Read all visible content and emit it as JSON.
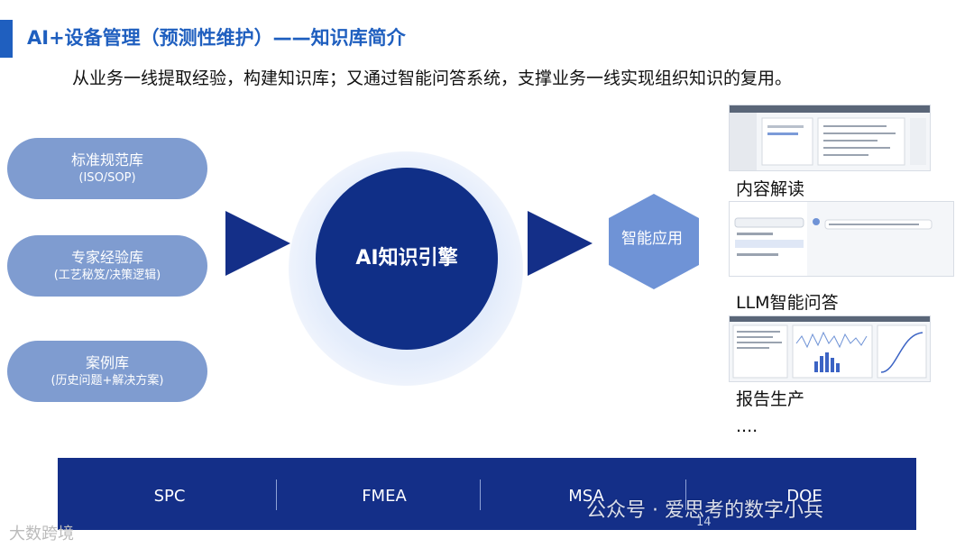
{
  "header": {
    "title": "AI+设备管理（预测性维护）——知识库简介",
    "subtitle": "从业务一线提取经验，构建知识库；又通过智能问答系统，支撑业务一线实现组织知识的复用。"
  },
  "sources": [
    {
      "label": "标准规范库",
      "sub": "(ISO/SOP)"
    },
    {
      "label": "专家经验库",
      "sub": "(工艺秘笈/决策逻辑)"
    },
    {
      "label": "案例库",
      "sub": "(历史问题+解决方案)"
    }
  ],
  "engine": {
    "label": "AI知识引擎"
  },
  "app": {
    "label": "智能应用"
  },
  "outputs": [
    {
      "label": "内容解读"
    },
    {
      "label": "LLM智能问答"
    },
    {
      "label": "报告生产"
    },
    {
      "label": "...."
    }
  ],
  "footer_items": [
    "SPC",
    "FMEA",
    "MSA",
    "DOE"
  ],
  "watermark": "公众号 · 爱思考的数字小兵",
  "page_number": "14",
  "brand": "大数跨境",
  "colors": {
    "accent": "#1f5fbf",
    "navy": "#102f87",
    "pill": "#7f9cd0",
    "hex": "#6f93d6"
  }
}
